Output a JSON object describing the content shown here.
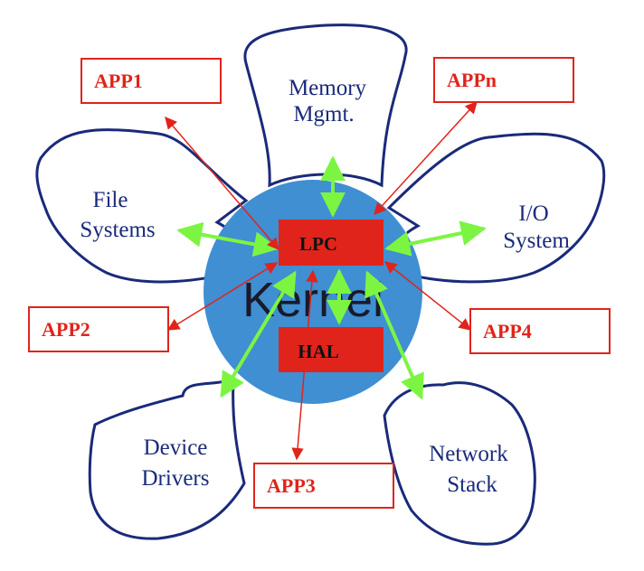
{
  "colors": {
    "kernel_fill": "#3f8fd2",
    "petal_stroke": "#1a2a7a",
    "app_red": "#e0241b",
    "green_arrow": "#7cf542",
    "red_arrow": "#e0241b"
  },
  "kernel": {
    "label": "Kernel"
  },
  "inner_boxes": {
    "lpc": "LPC",
    "hal": "HAL"
  },
  "subsystems": {
    "memory": [
      "Memory",
      "Mgmt."
    ],
    "file": [
      "File",
      "Systems"
    ],
    "io": [
      "I/O",
      "System"
    ],
    "device": [
      "Device",
      "Drivers"
    ],
    "network": [
      "Network",
      "Stack"
    ]
  },
  "apps": {
    "app1": "APP1",
    "appn": "APPn",
    "app2": "APP2",
    "app3": "APP3",
    "app4": "APP4"
  }
}
